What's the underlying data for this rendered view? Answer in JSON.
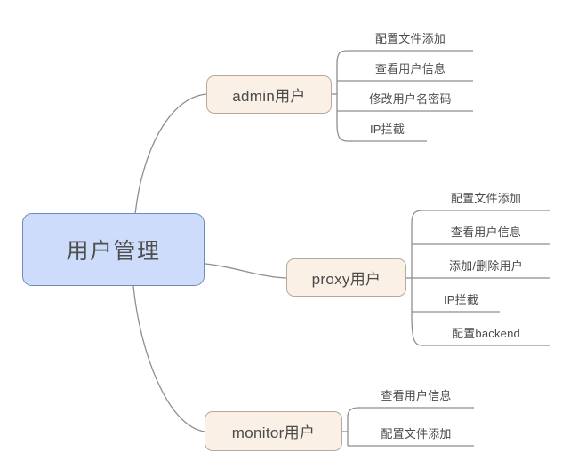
{
  "diagram": {
    "type": "mind-map",
    "title_node": "用户管理",
    "colors": {
      "root_fill": "#ccdcfa",
      "root_border": "#7089bd",
      "branch_fill": "#fbf0e6",
      "branch_border": "#b5a99c",
      "connector": "#9a9a9a",
      "text": "#4a4a4a",
      "background": "#ffffff"
    },
    "root": {
      "label": "用户管理"
    },
    "branches": [
      {
        "id": "admin",
        "label": "admin用户",
        "leaves": [
          {
            "label": "配置文件添加"
          },
          {
            "label": "查看用户信息"
          },
          {
            "label": "修改用户名密码"
          },
          {
            "label": "IP拦截"
          }
        ]
      },
      {
        "id": "proxy",
        "label": "proxy用户",
        "leaves": [
          {
            "label": "配置文件添加"
          },
          {
            "label": "查看用户信息"
          },
          {
            "label": "添加/删除用户"
          },
          {
            "label": "IP拦截"
          },
          {
            "label": "配置backend"
          }
        ]
      },
      {
        "id": "monitor",
        "label": "monitor用户",
        "leaves": [
          {
            "label": "查看用户信息"
          },
          {
            "label": "配置文件添加"
          }
        ]
      }
    ]
  }
}
